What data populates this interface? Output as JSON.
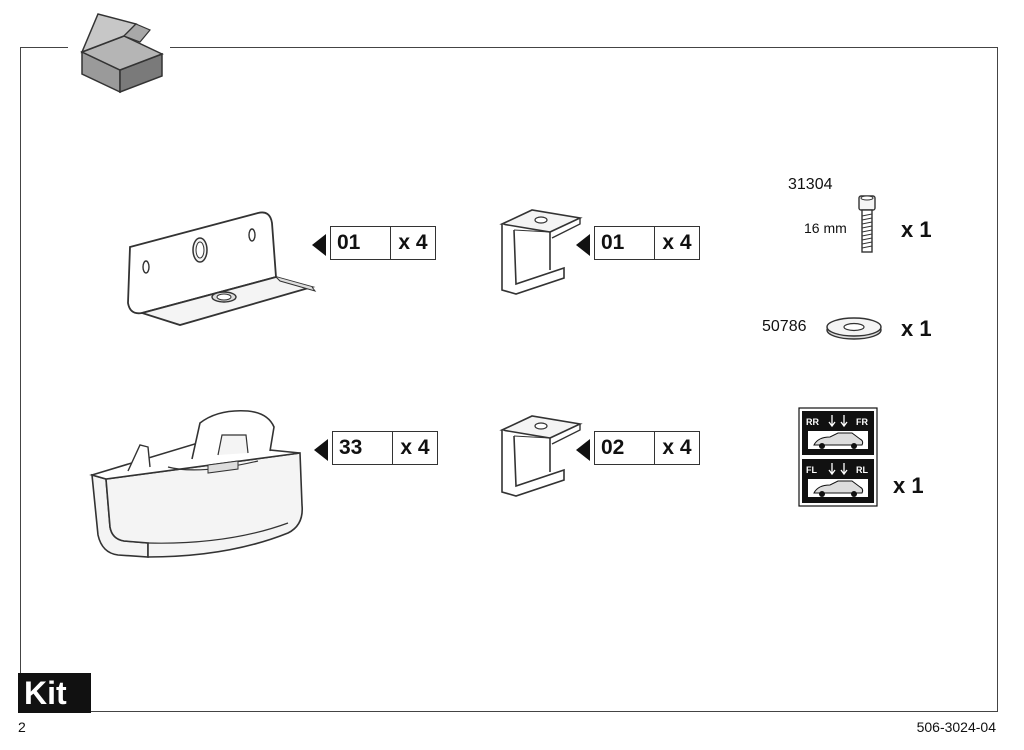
{
  "kit": {
    "label": "Kit"
  },
  "footer": {
    "page_number": "2",
    "document_code": "506-3024-04"
  },
  "parts": [
    {
      "code": "01",
      "qty": "x 4",
      "illustration": "angle-bracket"
    },
    {
      "code": "01",
      "qty": "x 4",
      "illustration": "u-clamp"
    },
    {
      "code": "33",
      "qty": "x 4",
      "illustration": "foot-pad"
    },
    {
      "code": "02",
      "qty": "x 4",
      "illustration": "u-clamp"
    }
  ],
  "hardware": {
    "screw": {
      "part_no": "31304",
      "length": "16 mm",
      "qty": "x 1",
      "icon": "screw-icon"
    },
    "washer": {
      "part_no": "50786",
      "qty": "x 1",
      "icon": "washer-icon"
    },
    "sticker": {
      "qty": "x 1",
      "icon": "position-sticker-icon",
      "labels": [
        "RR",
        "FR",
        "FL",
        "RL"
      ]
    }
  },
  "colors": {
    "line": "#333333",
    "fill_light": "#f4f4f4",
    "fill_mid": "#dddddd",
    "sticker_dark": "#111111"
  }
}
